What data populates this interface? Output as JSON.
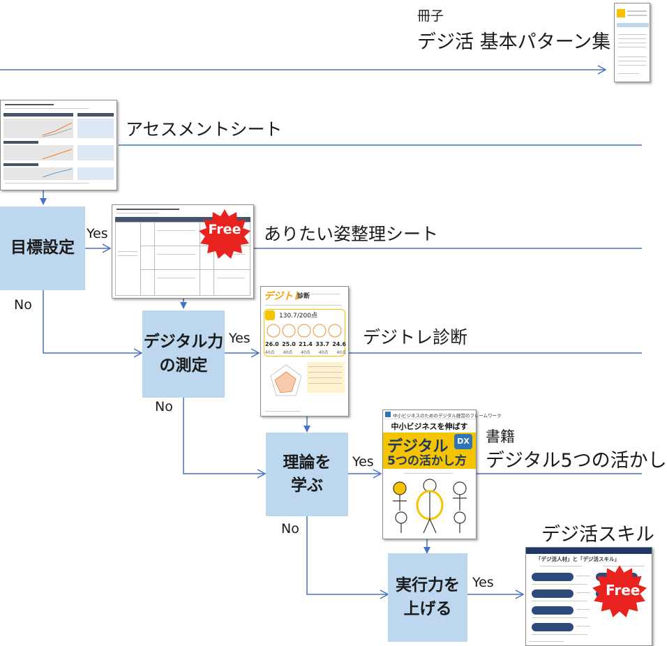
{
  "booklet": {
    "kind": "冊子",
    "title": "デジ活 基本パターン集"
  },
  "assessment": {
    "title": "アセスメントシート"
  },
  "steps": {
    "goal": "目標設定",
    "measure": "デジタル力\nの測定",
    "learn": "理論を\n学ぶ",
    "execute": "実行力を\n上げる"
  },
  "branches": {
    "yes": "Yes",
    "no": "No"
  },
  "ideal_sheet": {
    "title": "ありたい姿整理シート",
    "badge": "Free"
  },
  "digitore": {
    "title": "デジトレ診断",
    "brand": "デジトレ",
    "suffix": "診断",
    "score": "130.7/200点",
    "subscores": [
      "26.0",
      "25.0",
      "21.4",
      "33.7",
      "24.6"
    ],
    "max_points": [
      "40点",
      "40点",
      "40点",
      "40点",
      "40点"
    ]
  },
  "book": {
    "kind": "書籍",
    "title": "デジタル5つの活かし",
    "series": "中小ビジネスのためのデジタル経営のフレームワーク",
    "headline": "中小ビジネスを伸ばす",
    "cover_title_1": "デジタル",
    "cover_title_2": "5つの活かし方",
    "badge": "DX"
  },
  "skills": {
    "title": "デジ活スキル",
    "badge": "Free",
    "doc_title": "「デジ活人材」と「デジ活スキル」"
  },
  "colors": {
    "step_fill": "#bdd7ee",
    "arrow": "#4472c4",
    "badge": "#e8231f",
    "book_yellow": "#f5c400"
  }
}
